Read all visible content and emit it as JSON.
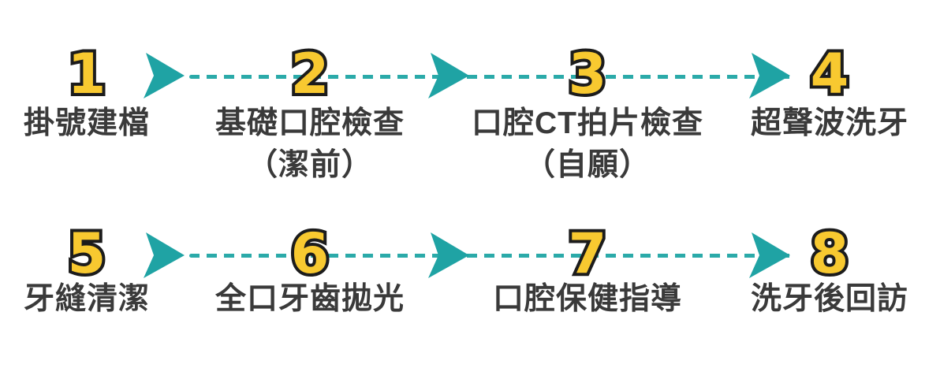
{
  "colors": {
    "background": "#ffffff",
    "arrow_teal": "#1fa3a4",
    "dash_teal": "#2baaa9",
    "number_fill": "#f8c930",
    "number_outline": "#1c1c1c",
    "label_text": "#3a3a3a"
  },
  "icons": {
    "flow_arrow": "right-dart-arrow"
  },
  "flow": {
    "rows": [
      {
        "steps": [
          {
            "number": "1",
            "label": "掛號建檔",
            "sublabel": ""
          },
          {
            "number": "2",
            "label": "基礎口腔檢查",
            "sublabel": "（潔前）"
          },
          {
            "number": "3",
            "label": "口腔CT拍片檢查",
            "sublabel": "（自願）"
          },
          {
            "number": "4",
            "label": "超聲波洗牙",
            "sublabel": ""
          }
        ]
      },
      {
        "steps": [
          {
            "number": "5",
            "label": "牙縫清潔",
            "sublabel": ""
          },
          {
            "number": "6",
            "label": "全口牙齒拋光",
            "sublabel": ""
          },
          {
            "number": "7",
            "label": "口腔保健指導",
            "sublabel": ""
          },
          {
            "number": "8",
            "label": "洗牙後回訪",
            "sublabel": ""
          }
        ]
      }
    ]
  }
}
